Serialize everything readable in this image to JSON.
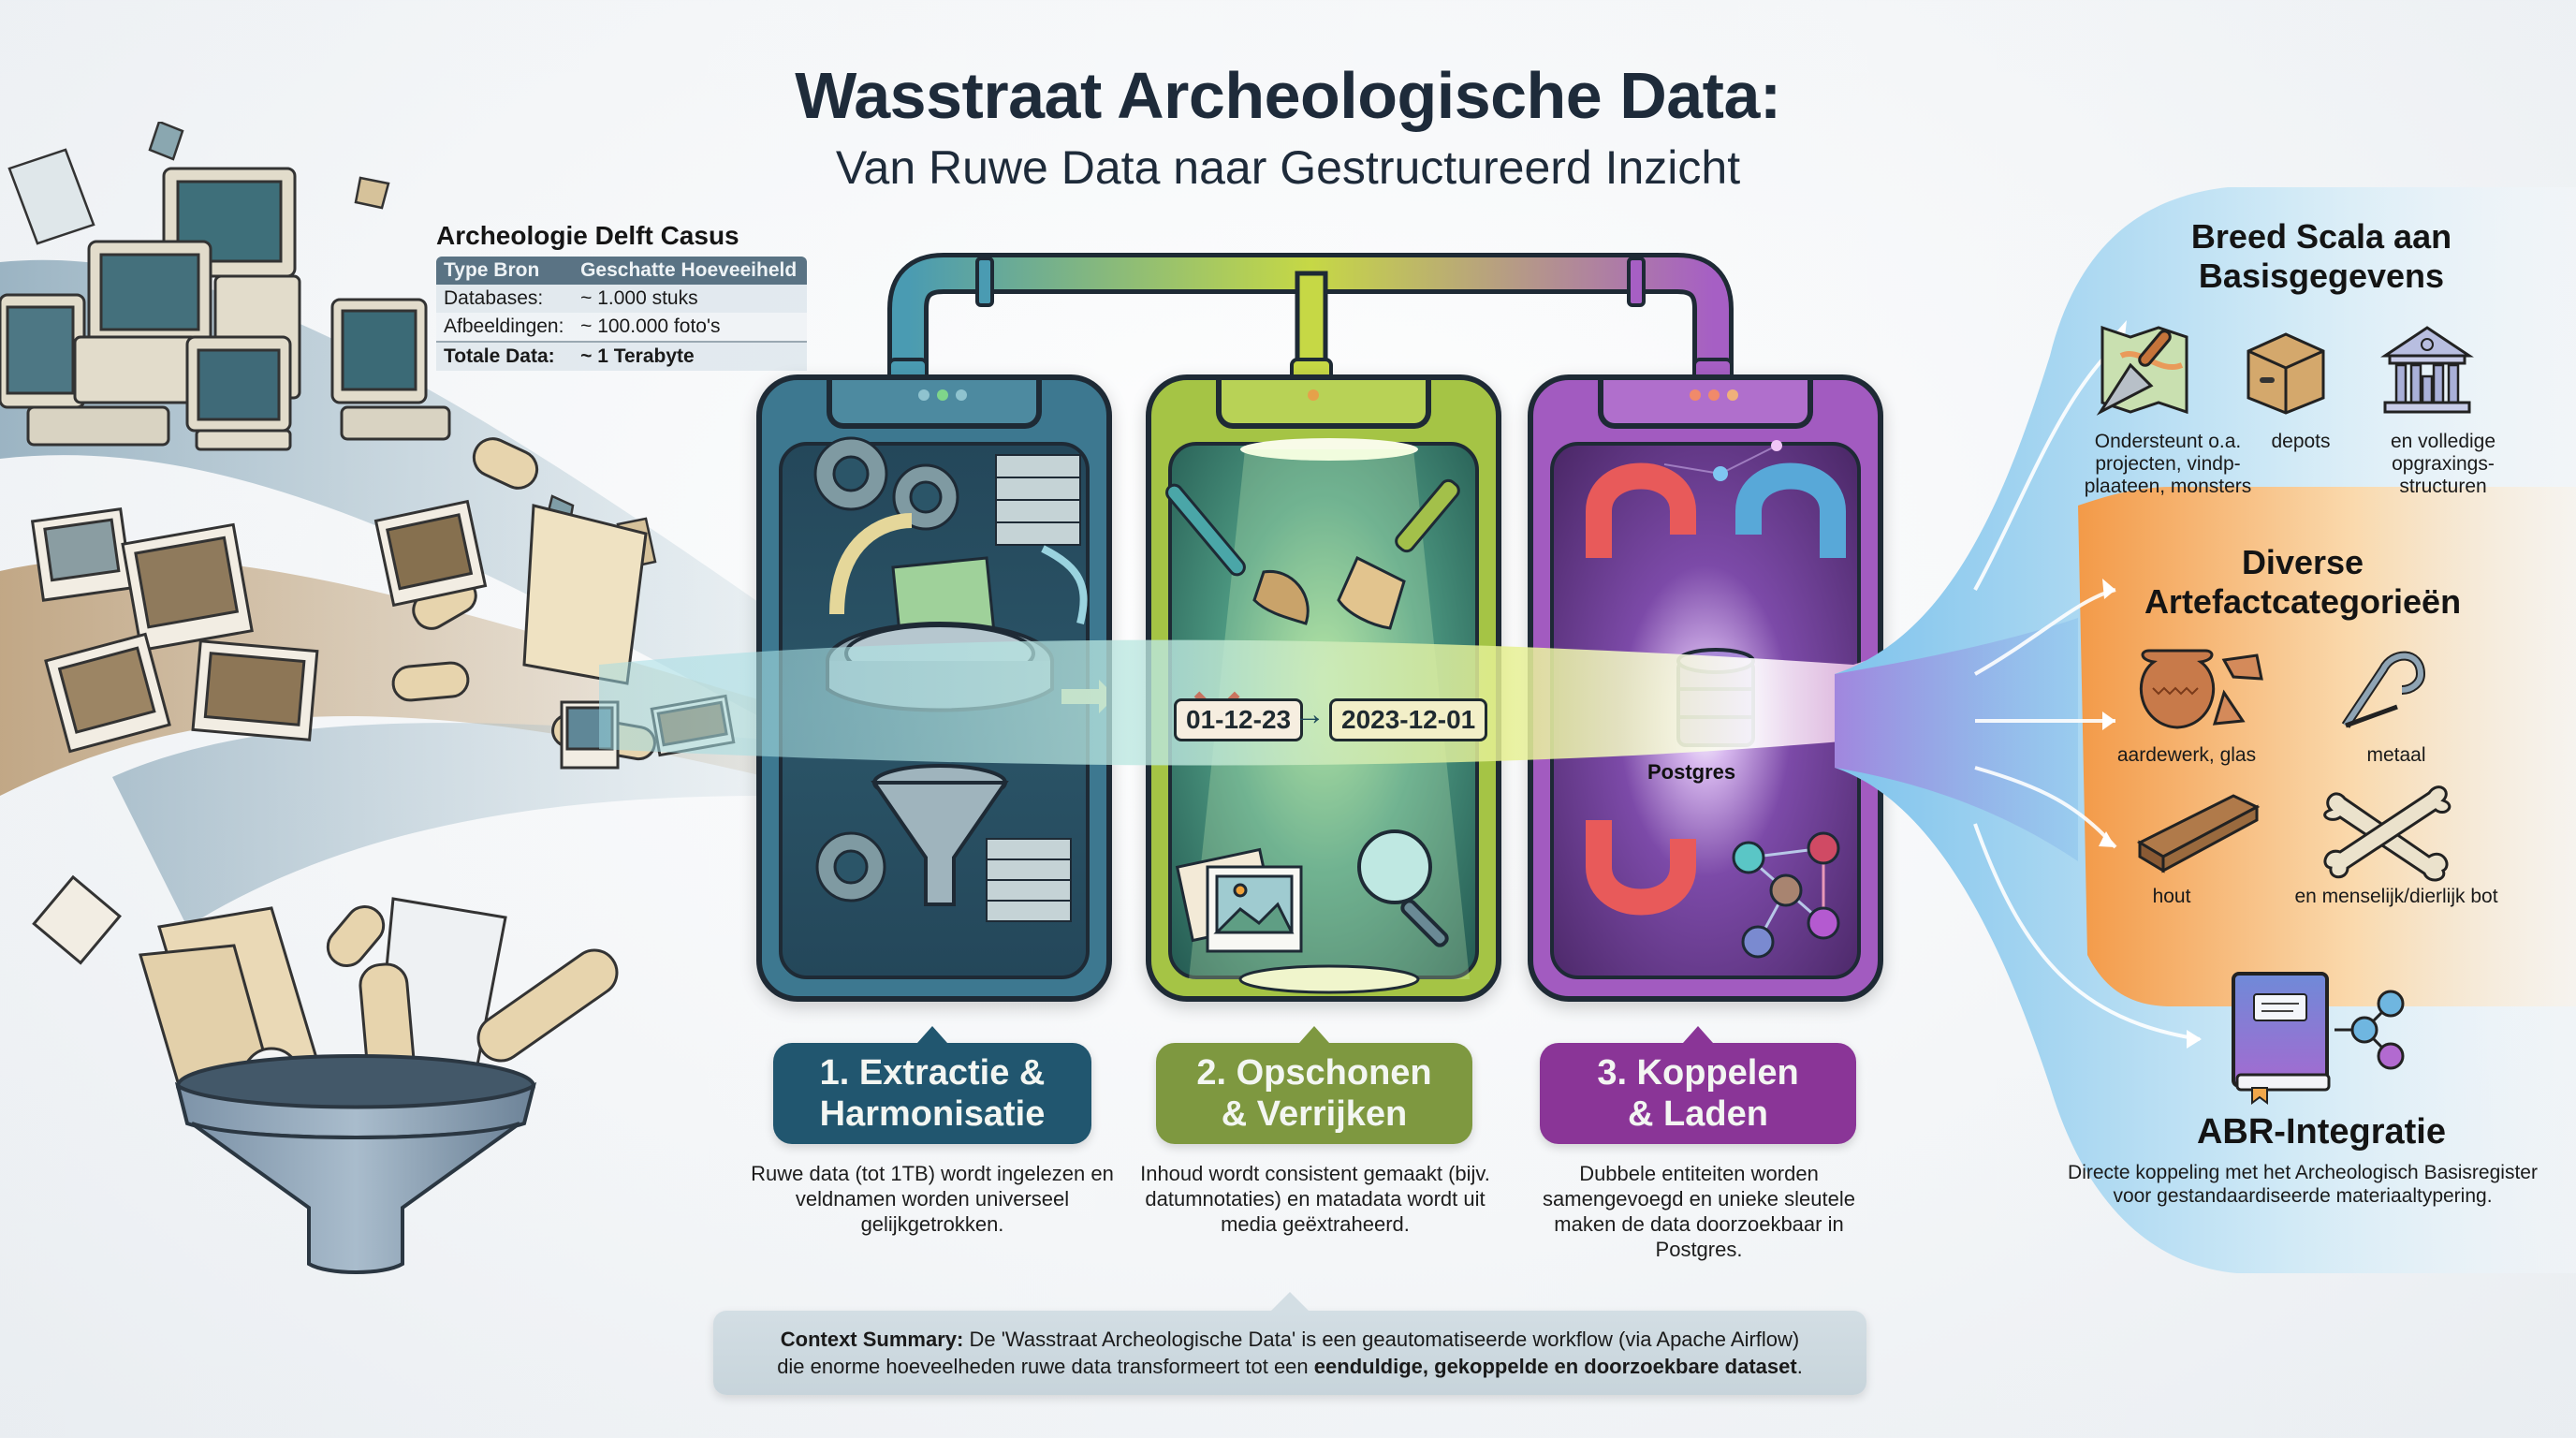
{
  "header": {
    "title": "Wasstraat Archeologische Data:",
    "subtitle": "Van Ruwe Data naar Gestructureerd Inzicht"
  },
  "case_table": {
    "title": "Archeologie Delft Casus",
    "columns": [
      "Type Bron",
      "Geschatte Hoeveeiheld"
    ],
    "rows": [
      {
        "type": "Databases:",
        "amount": "~ 1.000 stuks"
      },
      {
        "type": "Afbeeldingen:",
        "amount": "~ 100.000 foto's"
      },
      {
        "type": "Totale Data:",
        "amount": "~ 1 Terabyte"
      }
    ]
  },
  "pipeline": {
    "stages": [
      {
        "id": 1,
        "label_line1": "1. Extractie &",
        "label_line2": "Harmonisatie",
        "color": "#21566f",
        "description": "Ruwe data (tot 1TB) wordt ingelezen en veldnamen worden universeel gelijkgetrokken.",
        "icons": [
          "gear-icon",
          "table-icon",
          "sieve-icon",
          "funnel-icon",
          "document-icon"
        ]
      },
      {
        "id": 2,
        "label_line1": "2. Opschonen",
        "label_line2": "& Verrijken",
        "color": "#7e9840",
        "description": "Inhoud wordt consistent gemaakt (bijv. datumnotaties) en matadata wordt uit media geëxtraheerd.",
        "icons": [
          "paintbrush-icon",
          "broom-brush-icon",
          "photo-icon",
          "magnifier-icon"
        ],
        "date_old": "01-12-23",
        "date_new": "2023-12-01",
        "date_arrow": "→"
      },
      {
        "id": 3,
        "label_line1": "3. Koppelen",
        "label_line2": "& Laden",
        "color": "#8a3597",
        "description": "Dubbele entiteiten worden samengevoegd en unieke sleutele maken de data doorzoekbaar in Postgres.",
        "icons": [
          "magnet-icon",
          "database-icon",
          "network-graph-icon"
        ],
        "db_label": "Postgres"
      }
    ]
  },
  "summary": {
    "label": "Context Summary:",
    "text_1": " De 'Wasstraat Archeologische Data' is een geautomatiseerde workflow (via Apache Airflow)",
    "text_2": "die enorme hoeveelheden ruwe data transformeert tot een ",
    "bold": "eenduldige, gekoppelde en doorzoekbare dataset",
    "end": "."
  },
  "outputs": {
    "basisgegevens": {
      "title_line1": "Breed Scala aan",
      "title_line2": "Basisgegevens",
      "items": [
        {
          "icon": "map-trowel-icon",
          "label": "Ondersteunt o.a. projecten, vindp-plaateen, monsters"
        },
        {
          "icon": "box-icon",
          "label": "depots"
        },
        {
          "icon": "museum-icon",
          "label": "en volledige opgraxings-structuren"
        }
      ],
      "color": "#a9d6ee"
    },
    "artefacten": {
      "title_line1": "Diverse",
      "title_line2": "Artefactcategorieën",
      "items": [
        {
          "icon": "pottery-icon",
          "label": "aardewerk, glas"
        },
        {
          "icon": "metal-fibula-icon",
          "label": "metaal"
        },
        {
          "icon": "wood-plank-icon",
          "label": "hout"
        },
        {
          "icon": "bones-icon",
          "label": "en menselijk/dierlijk bot"
        }
      ],
      "color": "#f7b26a"
    },
    "abr": {
      "title": "ABR-Integratie",
      "description": "Directe koppeling met het Archeologisch Basisregister voor gestandaardiseerde materiaaltypering.",
      "icons": [
        "book-icon",
        "share-network-icon"
      ],
      "color": "#9fd3ea"
    }
  },
  "colors": {
    "stage1": "#21566f",
    "stage2": "#7e9840",
    "stage3": "#8a3597",
    "title": "#1e2b3a"
  }
}
